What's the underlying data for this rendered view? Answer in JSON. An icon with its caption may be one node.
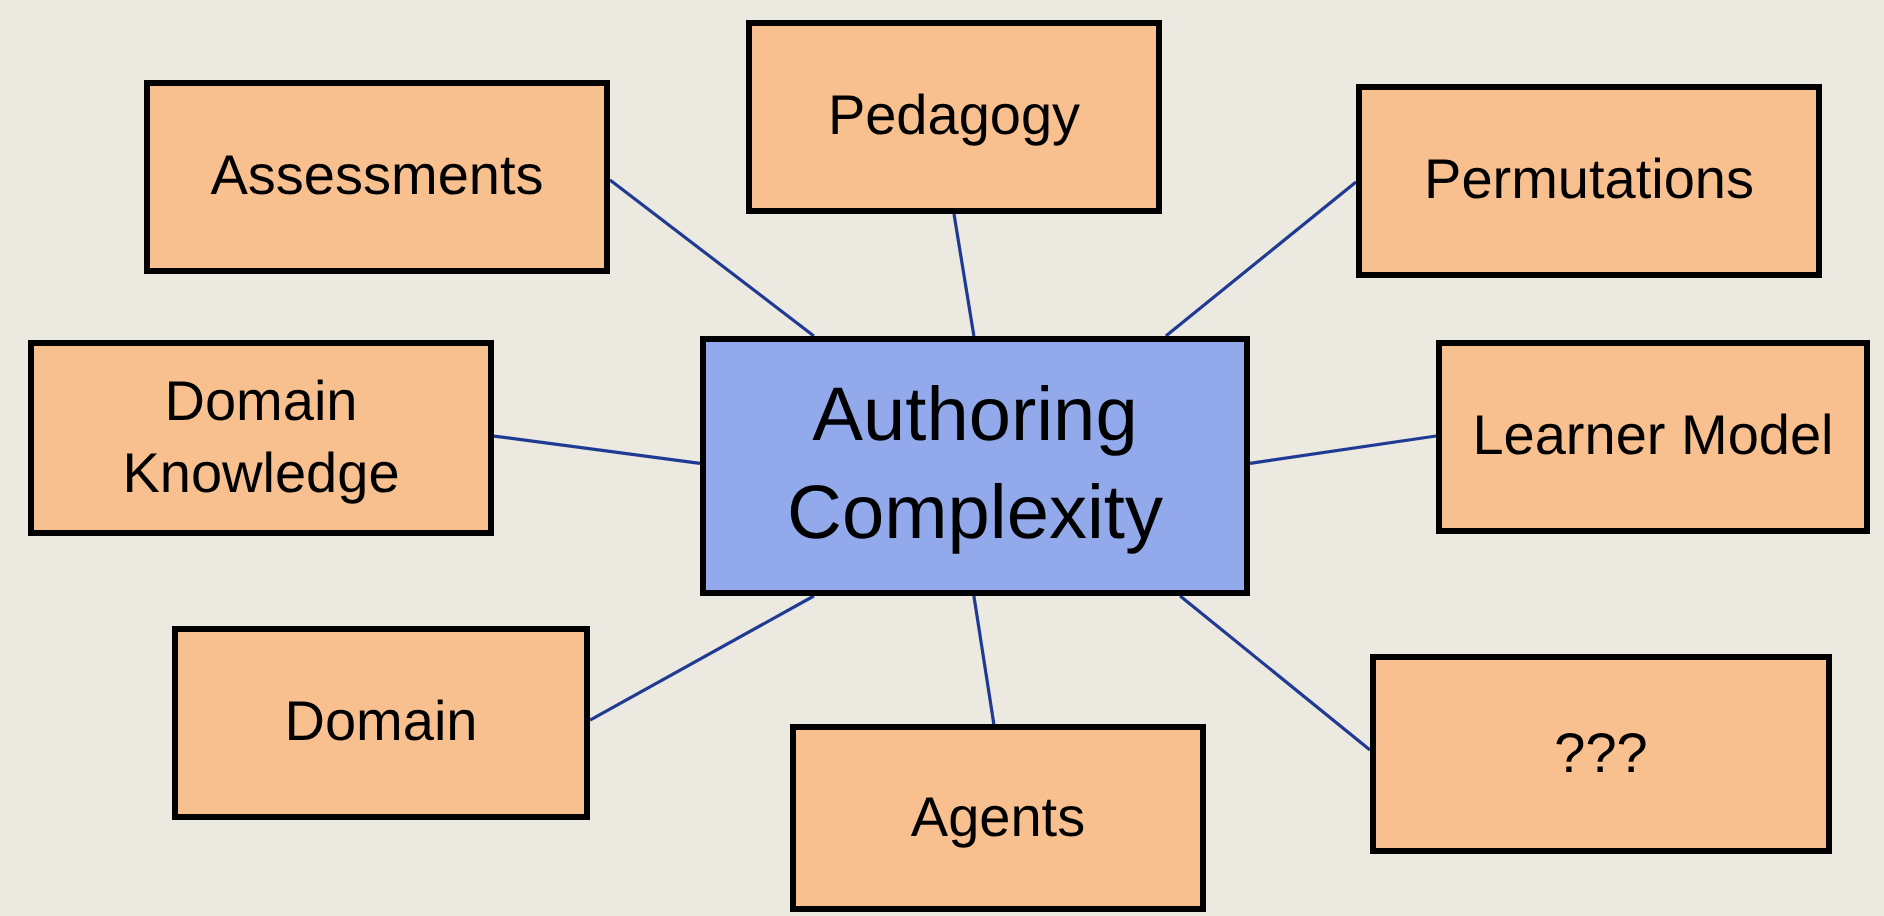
{
  "diagram": {
    "nodes": [
      {
        "text": [
          "Assessments"
        ]
      },
      {
        "text": [
          "Pedagogy"
        ]
      },
      {
        "text": [
          "Permutations"
        ]
      },
      {
        "text": [
          "Domain Knowledge"
        ]
      },
      {
        "text": [
          "Authoring Complexity"
        ]
      },
      {
        "text": [
          "Learner Model"
        ]
      },
      {
        "text": [
          "Domain"
        ]
      },
      {
        "text": [
          "???"
        ]
      },
      {
        "text": [
          "Agents"
        ]
      }
    ],
    "edges": [
      {
        "from": 4,
        "to": 0,
        "arrow": "none"
      },
      {
        "from": 4,
        "to": 1,
        "arrow": "none"
      },
      {
        "from": 4,
        "to": 2,
        "arrow": "none"
      },
      {
        "from": 4,
        "to": 3,
        "arrow": "none"
      },
      {
        "from": 4,
        "to": 5,
        "arrow": "none"
      },
      {
        "from": 4,
        "to": 6,
        "arrow": "none"
      },
      {
        "from": 4,
        "to": 7,
        "arrow": "none"
      },
      {
        "from": 4,
        "to": 8,
        "arrow": "none"
      }
    ]
  }
}
